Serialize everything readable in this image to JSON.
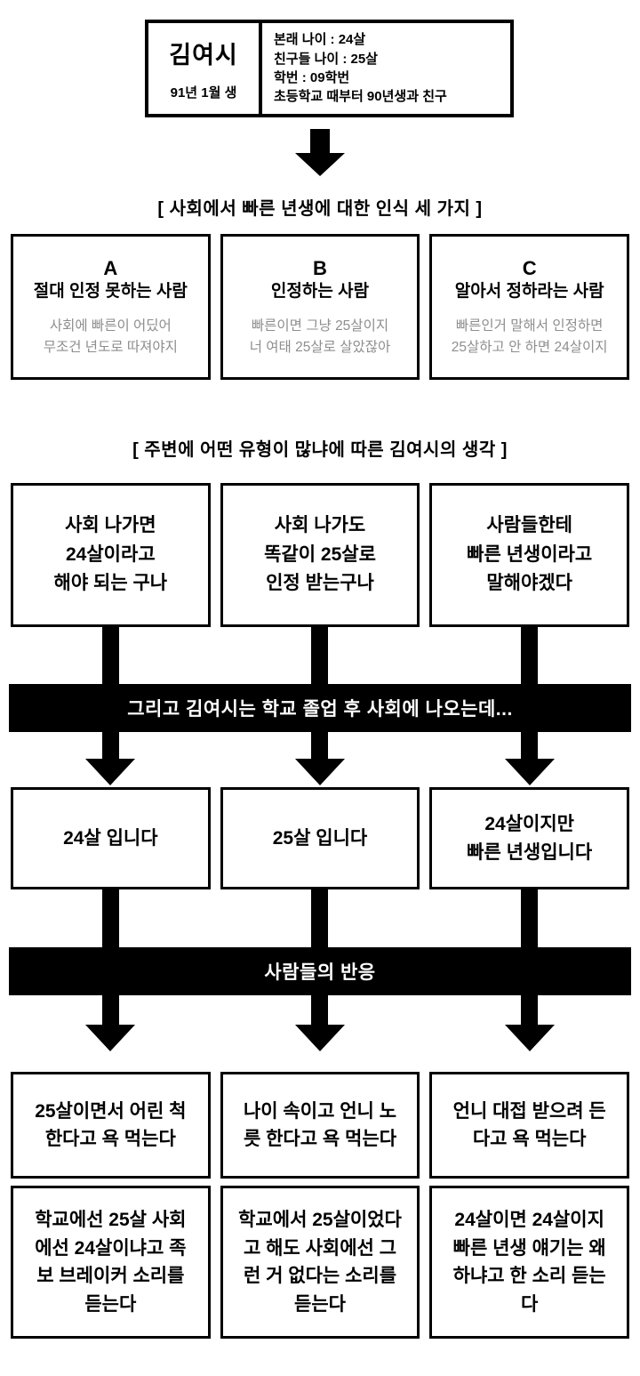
{
  "header": {
    "name": "김여시",
    "birth": "91년 1월 생",
    "details": "본래 나이 : 24살\n친구들 나이 : 25살\n학번 : 09학번\n초등학교 때부터 90년생과 친구"
  },
  "perceptions": {
    "title": "[ 사회에서 빠른 년생에 대한 인식 세 가지 ]",
    "cards": [
      {
        "label": "A",
        "name": "절대 인정 못하는 사람",
        "quote": "사회에 빠른이 어딨어\n무조건 년도로 따져야지"
      },
      {
        "label": "B",
        "name": "인정하는 사람",
        "quote": "빠른이면 그냥 25살이지\n너 여태 25살로 살았잖아"
      },
      {
        "label": "C",
        "name": "알아서 정하라는 사람",
        "quote": "빠른인거 말해서 인정하면\n25살하고 안 하면 24살이지"
      }
    ]
  },
  "thoughts": {
    "title": "[ 주변에 어떤 유형이 많냐에 따른 김여시의 생각 ]",
    "items": [
      "사회 나가면\n24살이라고\n해야 되는 구나",
      "사회 나가도\n똑같이 25살로\n인정 받는구나",
      "사람들한테\n빠른 년생이라고\n말해야겠다"
    ]
  },
  "banner1": "그리고 김여시는 학교 졸업 후 사회에 나오는데...",
  "introductions": [
    "24살 입니다",
    "25살 입니다",
    "24살이지만\n빠른 년생입니다"
  ],
  "banner2": "사람들의 반응",
  "reactions_first": [
    "25살이면서 어린 척\n한다고 욕 먹는다",
    "나이 속이고 언니 노\n릇 한다고 욕 먹는다",
    "언니 대접 받으려 든\n다고 욕 먹는다"
  ],
  "reactions_second": [
    "학교에선 25살 사회\n에선 24살이냐고 족\n보 브레이커 소리를\n듣는다",
    "학교에서 25살이었다\n고 해도 사회에선 그\n런 거 없다는 소리를\n듣는다",
    "24살이면 24살이지\n빠른 년생 얘기는 왜\n하냐고 한 소리 듣는\n다"
  ],
  "colors": {
    "ink": "#000000",
    "muted_text": "#8e8e8e",
    "banner_bg": "#000000",
    "banner_text": "#ffffff",
    "page_bg": "#ffffff"
  }
}
